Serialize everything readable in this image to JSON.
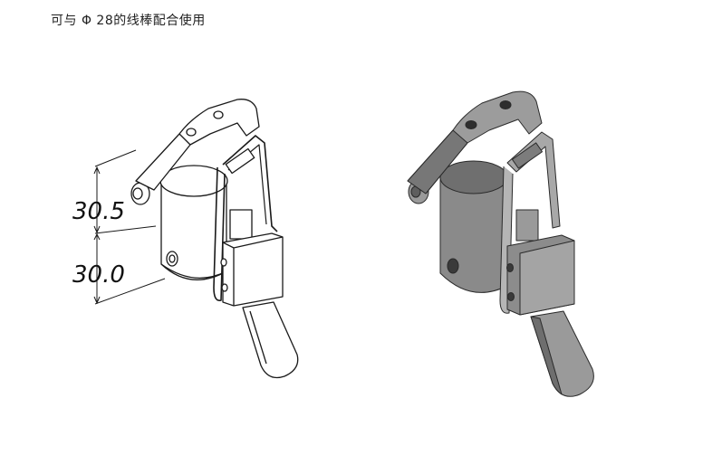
{
  "caption": "可与 Φ 28的线棒配合使用",
  "dimensions": {
    "upper": "30.5",
    "lower": "30.0"
  },
  "colors": {
    "outline": "#1a1a1a",
    "shaded_body": "#8a8a8a",
    "shaded_light": "#b5b5b5",
    "shaded_dark": "#5e5e5e"
  }
}
